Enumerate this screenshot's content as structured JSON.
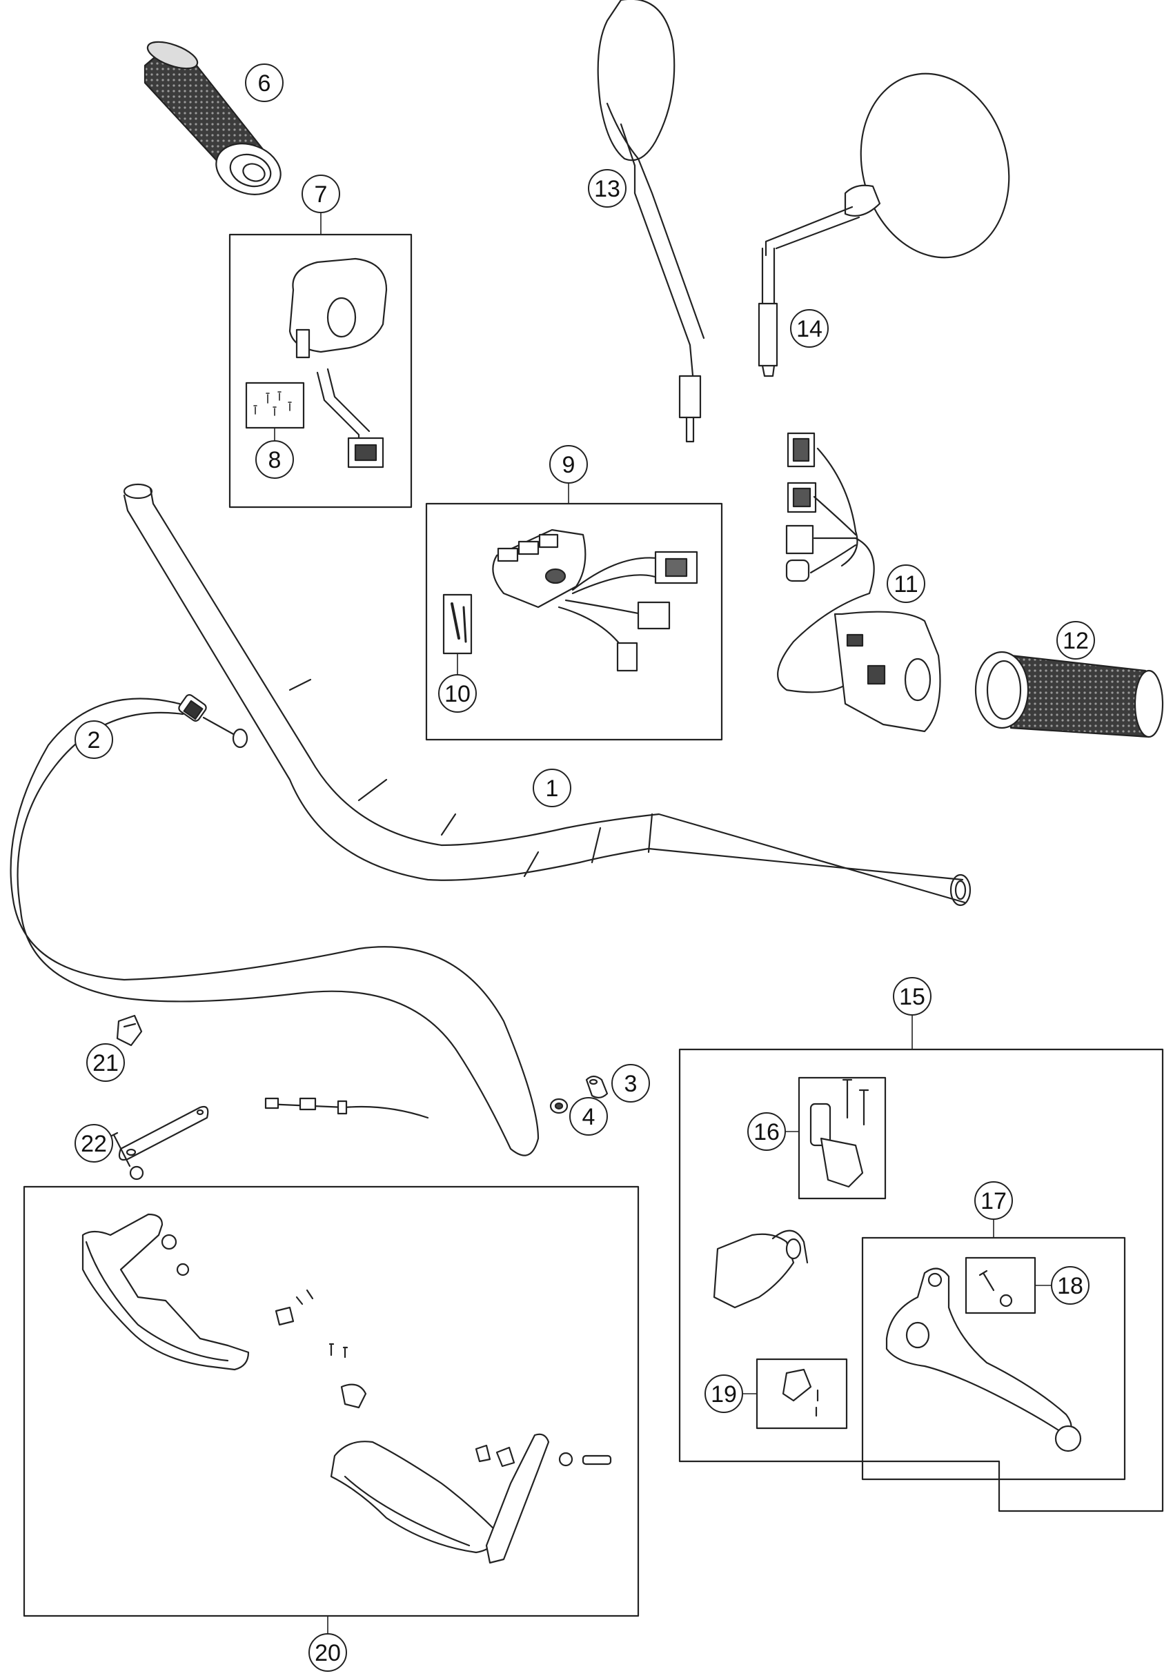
{
  "diagram": {
    "type": "exploded-parts-view",
    "line_color": "#222222",
    "part_fill": "#ffffff",
    "grip_fill": "#3a3a3a",
    "callouts": [
      {
        "id": "c1",
        "label": "1",
        "part": "handlebar"
      },
      {
        "id": "c2",
        "label": "2",
        "part": "throttle-cable"
      },
      {
        "id": "c3",
        "label": "3",
        "part": "cable-clip"
      },
      {
        "id": "c4",
        "label": "4",
        "part": "nut"
      },
      {
        "id": "c6",
        "label": "6",
        "part": "left-grip"
      },
      {
        "id": "c7",
        "label": "7",
        "part": "left-switch-group"
      },
      {
        "id": "c8",
        "label": "8",
        "part": "screw-set"
      },
      {
        "id": "c9",
        "label": "9",
        "part": "switch-assembly"
      },
      {
        "id": "c10",
        "label": "10",
        "part": "screw-set"
      },
      {
        "id": "c11",
        "label": "11",
        "part": "throttle-switch-unit"
      },
      {
        "id": "c12",
        "label": "12",
        "part": "right-grip"
      },
      {
        "id": "c13",
        "label": "13",
        "part": "left-mirror"
      },
      {
        "id": "c14",
        "label": "14",
        "part": "right-mirror"
      },
      {
        "id": "c15",
        "label": "15",
        "part": "clutch-lever-group"
      },
      {
        "id": "c16",
        "label": "16",
        "part": "clamp-set"
      },
      {
        "id": "c17",
        "label": "17",
        "part": "lever-group"
      },
      {
        "id": "c18",
        "label": "18",
        "part": "pivot-set"
      },
      {
        "id": "c19",
        "label": "19",
        "part": "switch-clamp"
      },
      {
        "id": "c20",
        "label": "20",
        "part": "handguard-set"
      },
      {
        "id": "c21",
        "label": "21",
        "part": "cable-holder"
      },
      {
        "id": "c22",
        "label": "22",
        "part": "bracket"
      }
    ]
  }
}
